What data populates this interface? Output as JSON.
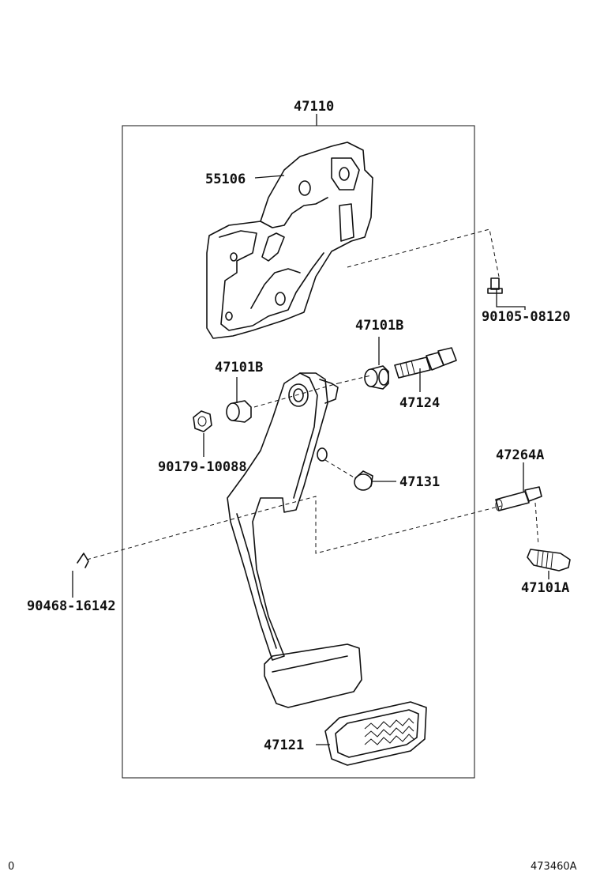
{
  "labels": {
    "assembly": "47110",
    "bracket": "55106",
    "bolt_top": "90105-08120",
    "bushing_right": "47101B",
    "bushing_left": "47101B",
    "pivot_bolt": "47124",
    "nut": "90179-10088",
    "stopper": "47131",
    "switch_pin": "47264A",
    "cushion": "47101A",
    "clip": "90468-16142",
    "pedal_pad": "47121"
  },
  "footer": {
    "left": "0",
    "right": "473460A"
  }
}
